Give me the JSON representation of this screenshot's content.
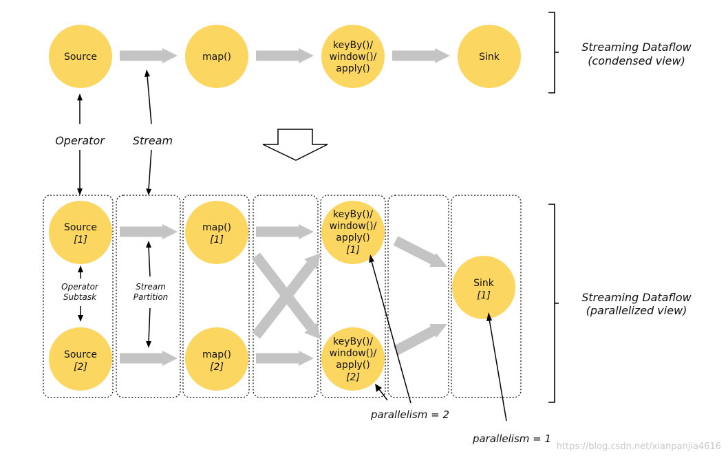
{
  "condensed": {
    "nodes": [
      {
        "lines": [
          "Source"
        ]
      },
      {
        "lines": [
          "map()"
        ]
      },
      {
        "lines": [
          "keyBy()/",
          "window()/",
          "apply()"
        ]
      },
      {
        "lines": [
          "Sink"
        ]
      }
    ],
    "side_label": [
      "Streaming Dataflow",
      "(condensed view)"
    ]
  },
  "labels": {
    "operator": "Operator",
    "stream": "Stream",
    "operator_subtask": [
      "Operator",
      "Subtask"
    ],
    "stream_partition": [
      "Stream",
      "Partition"
    ]
  },
  "parallelized": {
    "nodes": [
      {
        "lines": [
          "Source"
        ],
        "index": "[1]"
      },
      {
        "lines": [
          "Source"
        ],
        "index": "[2]"
      },
      {
        "lines": [
          "map()"
        ],
        "index": "[1]"
      },
      {
        "lines": [
          "map()"
        ],
        "index": "[2]"
      },
      {
        "lines": [
          "keyBy()/",
          "window()/",
          "apply()"
        ],
        "index": "[1]"
      },
      {
        "lines": [
          "keyBy()/",
          "window()/",
          "apply()"
        ],
        "index": "[2]"
      },
      {
        "lines": [
          "Sink"
        ],
        "index": "[1]"
      }
    ],
    "side_label": [
      "Streaming Dataflow",
      "(parallelized view)"
    ],
    "parallelism_2": "parallelism = 2",
    "parallelism_1": "parallelism = 1"
  },
  "colors": {
    "node_fill": "#FBD661",
    "flow_arrow": "#C4C4C4",
    "pointer": "#000000"
  },
  "watermark": "https://blog.csdn.net/xianpanjia4616"
}
